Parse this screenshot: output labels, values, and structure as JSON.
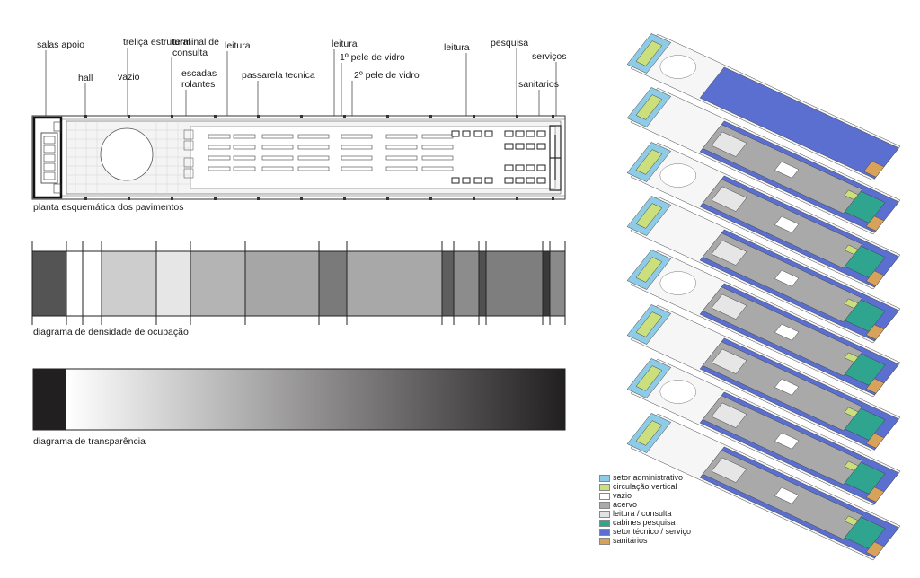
{
  "plan": {
    "labels": {
      "salas_apoio": "salas apoio",
      "hall": "hall",
      "vazio": "vazio",
      "trelica": "treliça estrutural",
      "terminal": "terminal de consulta",
      "terminal_l1": "terminal de",
      "terminal_l2": "consulta",
      "escadas_l1": "escadas",
      "escadas_l2": "rolantes",
      "leitura_1": "leitura",
      "passarela": "passarela tecnica",
      "leitura_2": "leitura",
      "pele1": "1º pele de vidro",
      "pele2": "2º pele de vidro",
      "leitura_3": "leitura",
      "pesquisa": "pesquisa",
      "servicos": "serviços",
      "sanitarios": "sanitarios"
    },
    "caption": "planta esquemática dos pavimentos"
  },
  "density": {
    "caption": "diagrama de densidade de ocupação",
    "shades": [
      "#545454",
      "#ffffff",
      "#ffffff",
      "#cdcdcd",
      "#e6e6e6",
      "#b4b4b4",
      "#a6a6a6",
      "#7a7a7a",
      "#a8a8a8",
      "#5e5e5e",
      "#8c8c8c",
      "#505050",
      "#7e7e7e",
      "#3a3a3a",
      "#8a8a8a",
      "#474747"
    ]
  },
  "transparency": {
    "caption": "diagrama de transparência",
    "colors": {
      "dark": "#221f20",
      "light": "#ffffff"
    }
  },
  "legend": {
    "items": [
      {
        "label": "setor administrativo",
        "color": "#8ecbe6"
      },
      {
        "label": "circulação vertical",
        "color": "#cbe07c"
      },
      {
        "label": "vazio",
        "color": "#ffffff"
      },
      {
        "label": "acervo",
        "color": "#a9a9a9"
      },
      {
        "label": "leitura / consulta",
        "color": "#e3e3e3"
      },
      {
        "label": "cabines pesquisa",
        "color": "#2fa58f"
      },
      {
        "label": "setor técnico / serviço",
        "color": "#5a6fcf"
      },
      {
        "label": "sanitários",
        "color": "#d9a25a"
      }
    ]
  },
  "colors": {
    "line": "#333333",
    "grid": "#c8c8c8",
    "slab": "#f2f2f2",
    "acervo": "#a9a9a9",
    "tecnico": "#5a6fcf",
    "admin": "#8ecbe6",
    "circ": "#cbe07c",
    "cabines": "#2fa58f",
    "sanit": "#d9a25a"
  }
}
